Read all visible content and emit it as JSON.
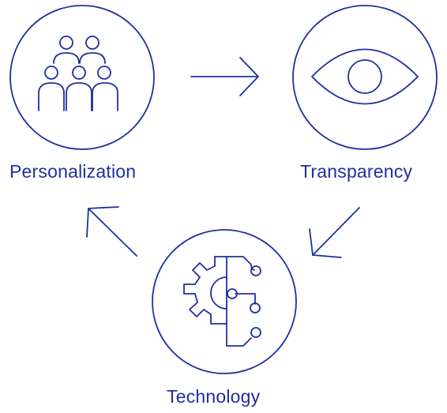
{
  "nodes": {
    "personalization": {
      "label": "Personalization",
      "icon": "people-group-icon"
    },
    "transparency": {
      "label": "Transparency",
      "icon": "eye-icon"
    },
    "technology": {
      "label": "Technology",
      "icon": "gear-circuit-icon"
    }
  },
  "flow": [
    {
      "from": "personalization",
      "to": "transparency"
    },
    {
      "from": "transparency",
      "to": "technology"
    },
    {
      "from": "technology",
      "to": "personalization"
    }
  ],
  "colors": {
    "stroke": "#1f2fa0",
    "background": "#ffffff"
  }
}
